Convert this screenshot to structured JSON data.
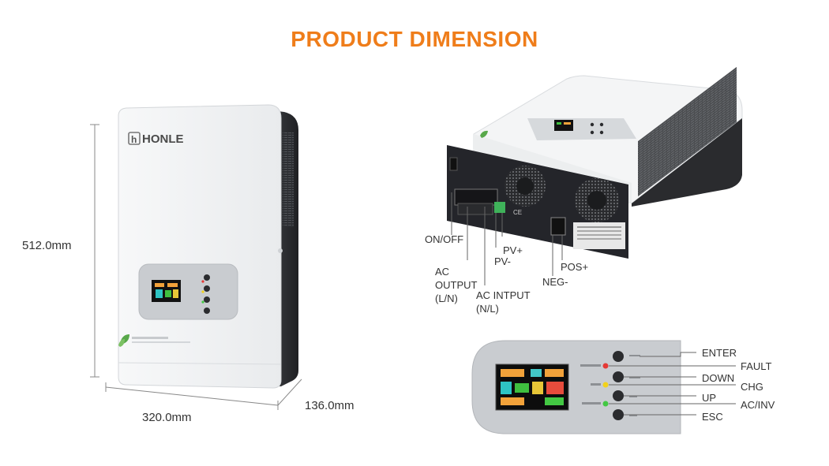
{
  "heading": "PRODUCT DIMENSION",
  "brand": "HONLE",
  "brand_mark": "h",
  "dimensions": {
    "height": "512.0mm",
    "width": "320.0mm",
    "depth": "136.0mm"
  },
  "back_panel_labels": {
    "on_off": "ON/OFF",
    "ac_output": [
      "AC",
      "OUTPUT",
      "(L/N)"
    ],
    "ac_input": [
      "AC INTPUT",
      "(N/L)"
    ],
    "pv_plus": "PV+",
    "pv_minus": "PV-",
    "neg_minus": "NEG-",
    "pos_plus": "POS+"
  },
  "panel_labels": {
    "enter": "ENTER",
    "fault": "FAULT",
    "down": "DOWN",
    "chg": "CHG",
    "up": "UP",
    "ac_inv": "AC/INV",
    "esc": "ESC"
  },
  "colors": {
    "accent": "#ef7d1a",
    "fault_led": "#e53935",
    "chg_led": "#f2d21b",
    "inv_led": "#43c843",
    "casing": "#f4f5f6",
    "side": "#2d2f33"
  }
}
